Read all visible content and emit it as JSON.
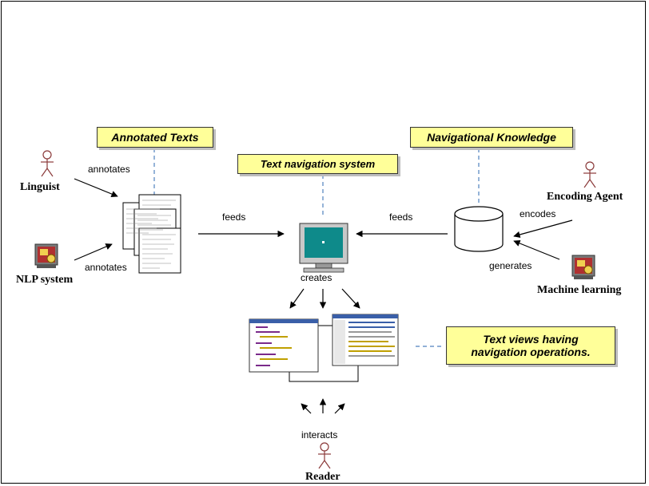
{
  "boxes": {
    "annotated_texts": "Annotated Texts",
    "navigational_knowledge": "Navigational Knowledge",
    "text_navigation_system": "Text navigation system",
    "text_views_line1": "Text views having",
    "text_views_line2": "navigation operations."
  },
  "actors": {
    "linguist": "Linguist",
    "nlp_system": "NLP system",
    "encoding_agent": "Encoding Agent",
    "machine_learning": "Machine learning",
    "reader": "Reader"
  },
  "edges": {
    "annotates_top": "annotates",
    "annotates_bottom": "annotates",
    "feeds_left": "feeds",
    "feeds_right": "feeds",
    "encodes": "encodes",
    "generates": "generates",
    "creates": "creates",
    "interacts": "interacts"
  },
  "colors": {
    "box_fill": "#ffff99",
    "connector_dash": "#4f81bd",
    "actor_stroke": "#8b3a3a",
    "monitor_screen": "#0e8a8a"
  }
}
